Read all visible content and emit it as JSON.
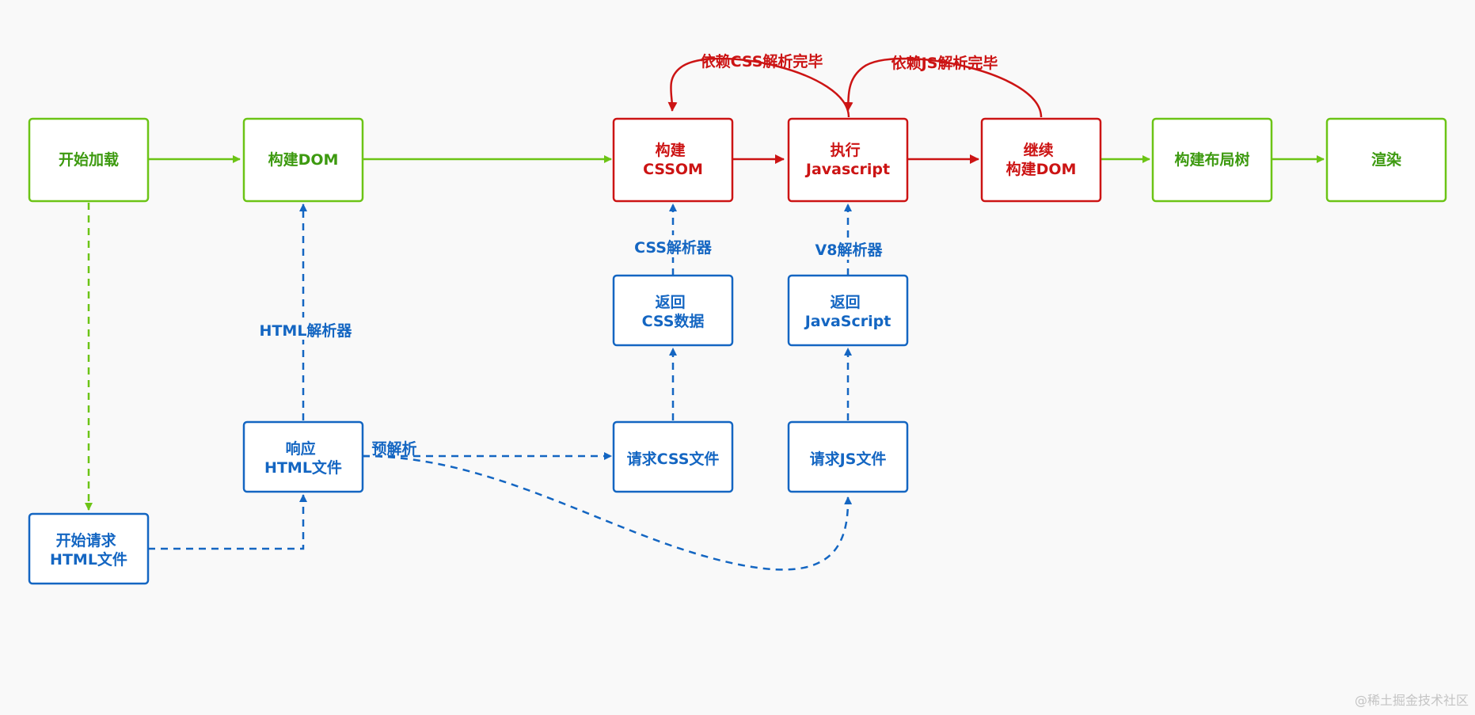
{
  "colors": {
    "green": "#6cc416",
    "green_text": "#3d9a10",
    "blue": "#1466c2",
    "red": "#cc1414",
    "background": "#f9f9f9",
    "node_fill": "#ffffff",
    "watermark": "#c4c4c4"
  },
  "nodes": {
    "start_load": [
      "开始加载"
    ],
    "build_dom": [
      "构建DOM"
    ],
    "build_cssom": [
      "构建",
      "CSSOM"
    ],
    "exec_js": [
      "执行",
      "Javascript"
    ],
    "continue_dom": [
      "继续",
      "构建DOM"
    ],
    "build_layout": [
      "构建布局树"
    ],
    "render": [
      "渲染"
    ],
    "return_css": [
      "返回",
      "CSS数据"
    ],
    "return_js": [
      "返回",
      "JavaScript"
    ],
    "request_css": [
      "请求CSS文件"
    ],
    "request_js": [
      "请求JS文件"
    ],
    "response_html": [
      "响应",
      "HTML文件"
    ],
    "start_request_html": [
      "开始请求",
      "HTML文件"
    ]
  },
  "edge_labels": {
    "html_parser": "HTML解析器",
    "css_parser": "CSS解析器",
    "v8_parser": "V8解析器",
    "preparse": "预解析",
    "depends_css": "依赖CSS解析完毕",
    "depends_js": "依赖JS解析完毕"
  },
  "watermark": "@稀土掘金技术社区"
}
